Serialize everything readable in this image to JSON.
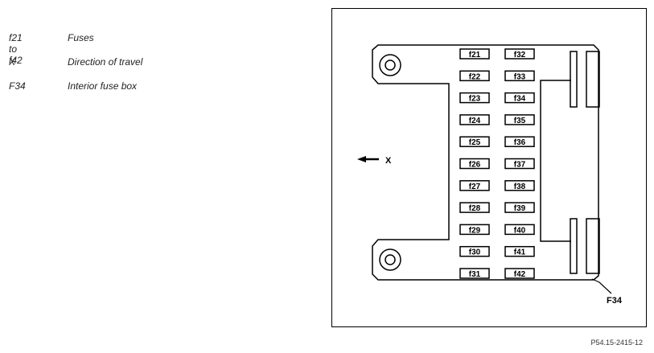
{
  "legend": [
    {
      "key": "f21 to f42",
      "desc": "Fuses"
    },
    {
      "key": "X",
      "desc": "Direction of travel"
    },
    {
      "key": "F34",
      "desc": "Interior fuse box"
    }
  ],
  "diagram": {
    "fuses_left": [
      "f21",
      "f22",
      "f23",
      "f24",
      "f25",
      "f26",
      "f27",
      "f28",
      "f29",
      "f30",
      "f31"
    ],
    "fuses_right": [
      "f32",
      "f33",
      "f34",
      "f35",
      "f36",
      "f37",
      "f38",
      "f39",
      "f40",
      "f41",
      "f42"
    ],
    "direction_label": "X",
    "box_label": "F34"
  },
  "footer": {
    "reference": "P54.15-2415-12"
  }
}
